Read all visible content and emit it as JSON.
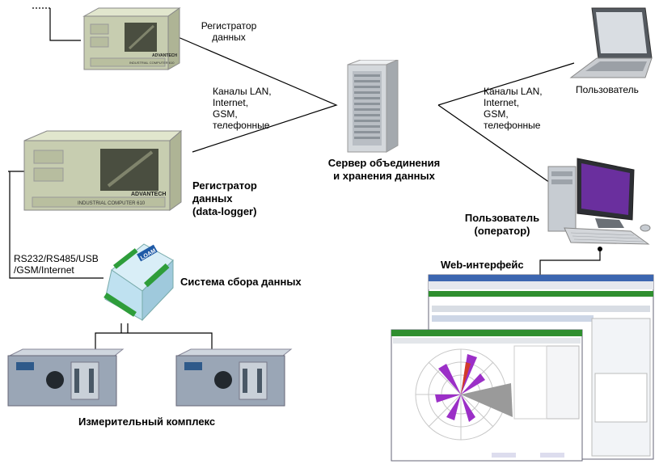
{
  "labels": {
    "recorder_top": [
      "Регистратор",
      "данных"
    ],
    "channels_left": [
      "Каналы LAN,",
      "Internet,",
      "GSM,",
      "телефонные"
    ],
    "channels_right": [
      "Каналы LAN,",
      "Internet,",
      "GSM,",
      "телефонные"
    ],
    "user_top": "Пользователь",
    "server": [
      "Сервер объединения",
      "и хранения данных"
    ],
    "recorder_mid": [
      "Регистратор",
      "данных",
      "(data-logger)"
    ],
    "user_operator": [
      "Пользователь",
      "(оператор)"
    ],
    "web_interface": "Web-интерфейс",
    "interfaces": [
      "RS232/RS485/USB",
      "/GSM/Internet"
    ],
    "acquisition": "Система сбора данных",
    "measuring": "Измерительный комплекс"
  },
  "device_texts": {
    "rack_brand": "ADVANTECH",
    "rack_model": "INDUSTRIAL COMPUTER 610",
    "module_brand": "LOAM"
  },
  "colors": {
    "rack_body": "#c7cdb0",
    "server_body": "#d4d8dc",
    "module_body": "#bfe1f0",
    "screen_purple": "#6a2f9e",
    "web_green": "#2f8f2f",
    "measure_panel": "#9aa6b6"
  }
}
